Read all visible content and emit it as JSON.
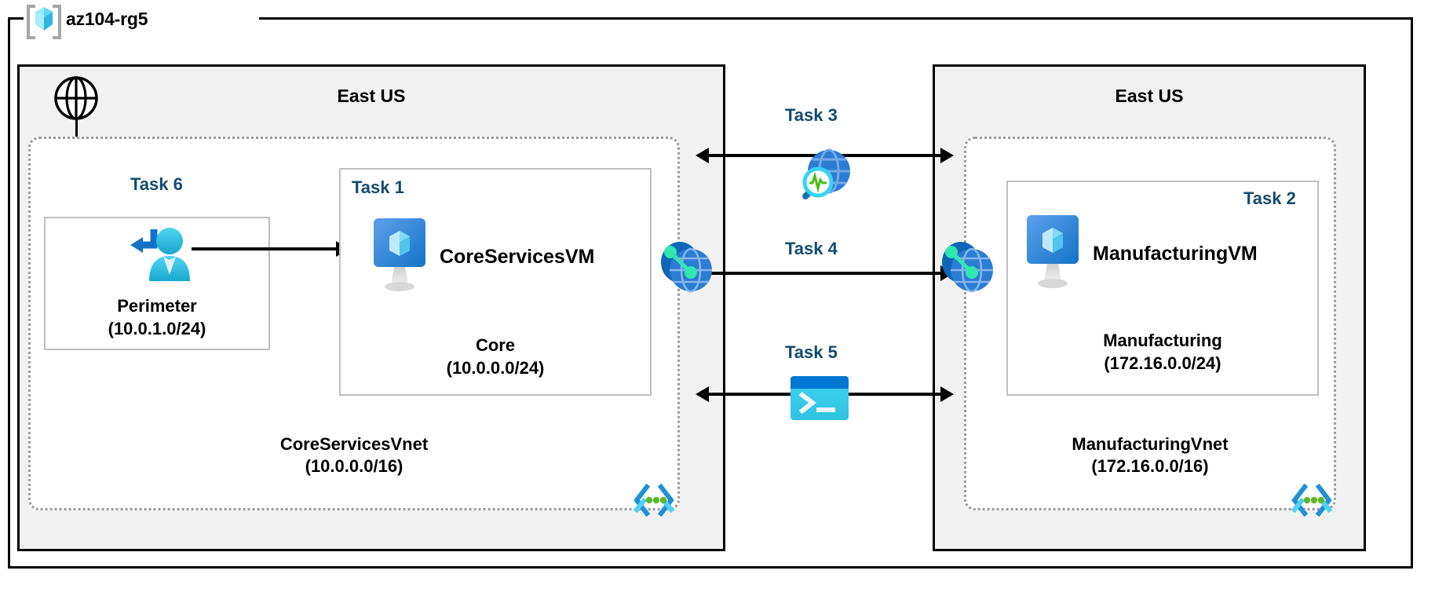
{
  "diagram": {
    "type": "azure-network-architecture",
    "resource_group": {
      "name": "az104-rg5",
      "icon": "resource-group-cube-icon"
    },
    "regions": [
      {
        "id": "left",
        "name": "East US"
      },
      {
        "id": "right",
        "name": "East US"
      }
    ],
    "internet": {
      "icon": "globe-icon"
    },
    "vnets": [
      {
        "id": "core",
        "name": "CoreServicesVnet",
        "cidr": "(10.0.0.0/16)",
        "corner_icon": "subnet-code-brackets-icon"
      },
      {
        "id": "manufacturing",
        "name": "ManufacturingVnet",
        "cidr": "(172.16.0.0/16)",
        "corner_icon": "subnet-code-brackets-icon"
      }
    ],
    "subnets": [
      {
        "id": "perimeter",
        "name": "Perimeter",
        "cidr": "(10.0.1.0/24)",
        "task": "Task 6",
        "task_align": "center",
        "icon": "bastion-user-icon"
      },
      {
        "id": "core",
        "name": "Core",
        "cidr": "(10.0.0.0/24)",
        "task": "Task 1",
        "task_align": "left",
        "vm": {
          "name": "CoreServicesVM",
          "icon": "virtual-machine-icon"
        }
      },
      {
        "id": "manufacturing",
        "name": "Manufacturing",
        "cidr": "(172.16.0.0/24)",
        "task": "Task 2",
        "task_align": "right",
        "vm": {
          "name": "ManufacturingVM",
          "icon": "virtual-machine-icon"
        }
      }
    ],
    "center_tasks": [
      {
        "id": "task3",
        "label": "Task 3",
        "icon": "network-watcher-icon"
      },
      {
        "id": "task4",
        "label": "Task 4",
        "icon": "none"
      },
      {
        "id": "task5",
        "label": "Task 5",
        "icon": "cloud-shell-icon"
      }
    ],
    "peering_icons": [
      {
        "id": "peering-left",
        "icon": "vnet-peering-icon"
      },
      {
        "id": "peering-right",
        "icon": "vnet-peering-icon"
      }
    ],
    "connectors": [
      {
        "id": "internet-to-perimeter",
        "style": "arrow-down"
      },
      {
        "id": "perimeter-to-core-vm",
        "style": "arrow-right"
      },
      {
        "id": "task3-link",
        "style": "double-arrow-horizontal"
      },
      {
        "id": "task4-link",
        "style": "double-arrow-horizontal"
      },
      {
        "id": "task5-link",
        "style": "double-arrow-horizontal"
      }
    ],
    "colors": {
      "task_label": "#134a70",
      "region_fill": "#f1f1f1",
      "vnet_border": "#9a9a9a",
      "subnet_border": "#bfbfbf",
      "azure_blue": "#0078d4",
      "cyan": "#32c8ef",
      "green_dot": "#5cb82b",
      "teal": "#32e6b0"
    }
  }
}
